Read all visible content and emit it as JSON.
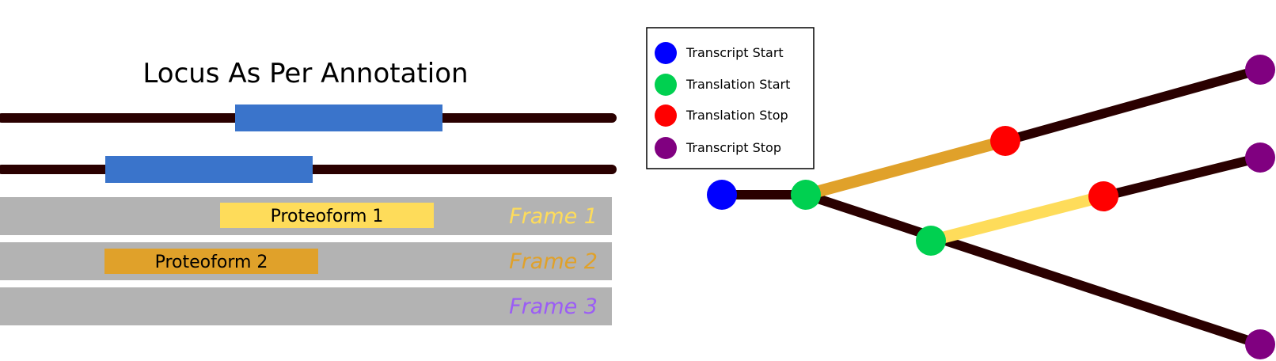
{
  "annotation_panel": {
    "title": "Locus As Per Annotation",
    "proteoforms": [
      {
        "label": "Proteoform 1",
        "color": "#FEDC5A"
      },
      {
        "label": "Proteoform 2",
        "color": "#E0A12A"
      }
    ],
    "frames": [
      {
        "label": "Frame 1",
        "color": "#FEDC5A"
      },
      {
        "label": "Frame 2",
        "color": "#E0A12A"
      },
      {
        "label": "Frame 3",
        "color": "#9B5CF6"
      }
    ],
    "colors": {
      "track": "#2A0000",
      "exon": "#3A74CB",
      "frame_band": "#B3B3B3"
    }
  },
  "legend": {
    "items": [
      {
        "label": "Transcript Start",
        "color": "#0000FF"
      },
      {
        "label": "Translation Start",
        "color": "#00D050"
      },
      {
        "label": "Translation Stop",
        "color": "#FF0000"
      },
      {
        "label": "Transcript Stop",
        "color": "#800080"
      }
    ]
  }
}
